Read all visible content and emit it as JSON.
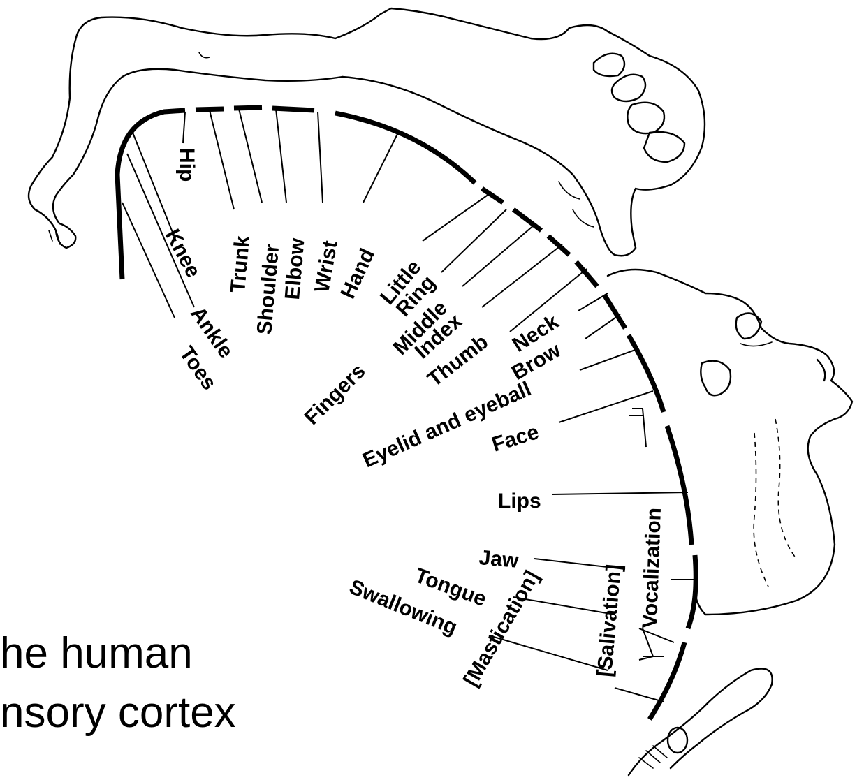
{
  "labels": {
    "hip": "Hip",
    "knee": "Knee",
    "ankle": "Ankle",
    "toes": "Toes",
    "trunk": "Trunk",
    "shoulder": "Shoulder",
    "elbow": "Elbow",
    "wrist": "Wrist",
    "hand": "Hand",
    "little": "Little",
    "ring": "Ring",
    "middle": "Middle",
    "index": "Index",
    "thumb": "Thumb",
    "fingers": "Fingers",
    "neck": "Neck",
    "brow": "Brow",
    "eyelid": "Eyelid and eyeball",
    "face": "Face",
    "lips": "Lips",
    "jaw": "Jaw",
    "tongue": "Tongue",
    "swallowing": "Swallowing",
    "mastication": "[Mastication]",
    "salivation": "[Salivation]",
    "vocalization": "Vocalization"
  },
  "caption": {
    "line1": "he human",
    "line2": "nsory cortex",
    "line3": ""
  }
}
